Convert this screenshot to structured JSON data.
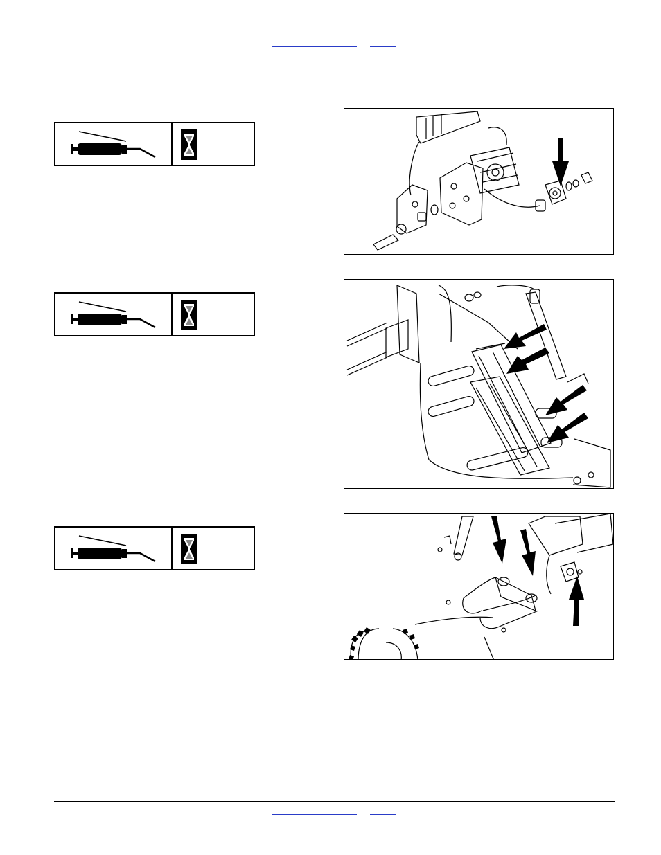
{
  "header": {
    "links": [
      "",
      ""
    ]
  },
  "lubrication_points": [
    {
      "lubricant_icon": "grease-gun-icon",
      "interval_icon": "hourglass-icon",
      "figure_arrows": 1
    },
    {
      "lubricant_icon": "grease-gun-icon",
      "interval_icon": "hourglass-icon",
      "figure_arrows": 4
    },
    {
      "lubricant_icon": "grease-gun-icon",
      "interval_icon": "hourglass-icon",
      "figure_arrows": 3
    }
  ],
  "footer": {
    "links": [
      "",
      ""
    ]
  }
}
